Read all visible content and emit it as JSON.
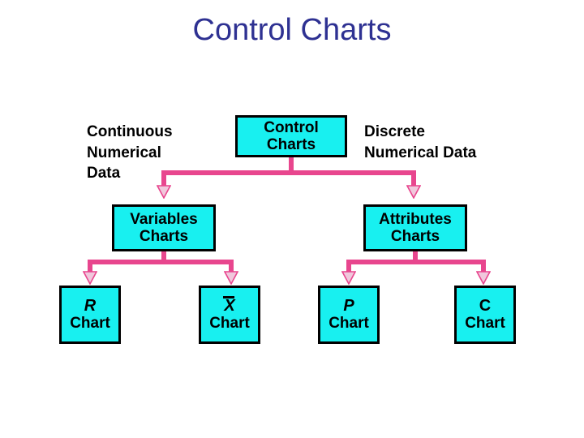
{
  "page": {
    "title": "Control Charts",
    "background_color": "#ffffff",
    "title_color": "#2e3192"
  },
  "colors": {
    "node_fill": "#18f0f0",
    "node_border": "#000000",
    "connector": "#e8468e",
    "arrow_fill": "#f0c8dc",
    "text": "#000000"
  },
  "diagram": {
    "type": "tree",
    "root": {
      "id": "control-charts",
      "lines": [
        "Control",
        "Charts"
      ]
    },
    "side_labels": [
      {
        "id": "continuous-numerical-data",
        "text": "Continuous\nNumerical\nData",
        "side": "left"
      },
      {
        "id": "discrete-numerical-data",
        "text": "Discrete\nNumerical Data",
        "side": "right"
      }
    ],
    "level2": [
      {
        "id": "variables-charts",
        "lines": [
          "Variables",
          "Charts"
        ]
      },
      {
        "id": "attributes-charts",
        "lines": [
          "Attributes",
          "Charts"
        ]
      }
    ],
    "leaves": [
      {
        "id": "r-chart",
        "symbol": "R",
        "symbol_style": "italic",
        "overbar": false,
        "word": "Chart"
      },
      {
        "id": "xbar-chart",
        "symbol": "X",
        "symbol_style": "italic",
        "overbar": true,
        "word": "Chart"
      },
      {
        "id": "p-chart",
        "symbol": "P",
        "symbol_style": "italic",
        "overbar": false,
        "word": "Chart"
      },
      {
        "id": "c-chart",
        "symbol": "C",
        "symbol_style": "upright",
        "overbar": false,
        "word": "Chart"
      }
    ],
    "edges": [
      {
        "from": "control-charts",
        "to": "variables-charts"
      },
      {
        "from": "control-charts",
        "to": "attributes-charts"
      },
      {
        "from": "variables-charts",
        "to": "r-chart"
      },
      {
        "from": "variables-charts",
        "to": "xbar-chart"
      },
      {
        "from": "attributes-charts",
        "to": "p-chart"
      },
      {
        "from": "attributes-charts",
        "to": "c-chart"
      }
    ]
  }
}
